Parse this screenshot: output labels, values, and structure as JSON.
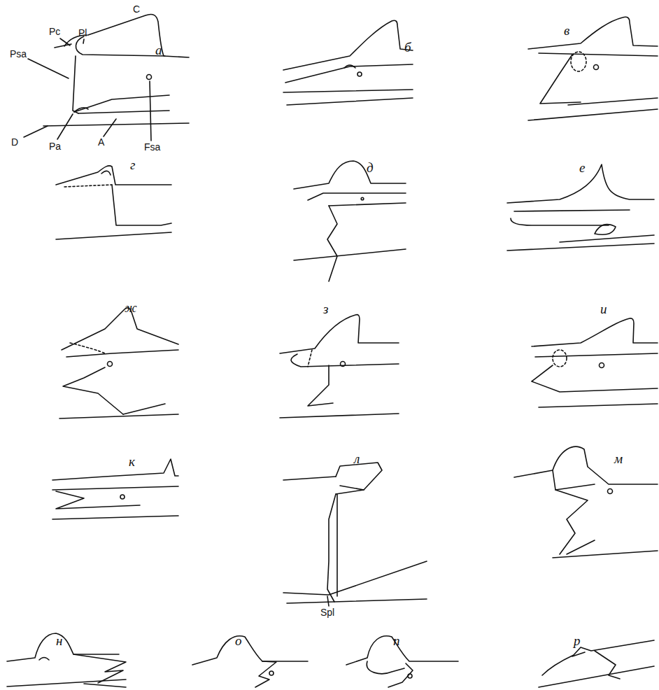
{
  "diagram": {
    "labels": [
      "Psa",
      "Pc",
      "Pl",
      "C",
      "а",
      "D",
      "Pa",
      "A",
      "Fsa",
      "б",
      "в",
      "г",
      "д",
      "е",
      "ж",
      "з",
      "и",
      "к",
      "л",
      "Spl",
      "м",
      "н",
      "о",
      "п",
      "р"
    ]
  }
}
